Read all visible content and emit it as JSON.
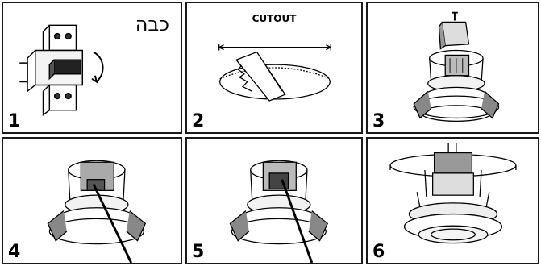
{
  "panels": [
    {
      "number": "1",
      "label": "כבה"
    },
    {
      "number": "2",
      "label": "CUTOUT"
    },
    {
      "number": "3"
    },
    {
      "number": "4"
    },
    {
      "number": "5"
    },
    {
      "number": "6"
    }
  ]
}
